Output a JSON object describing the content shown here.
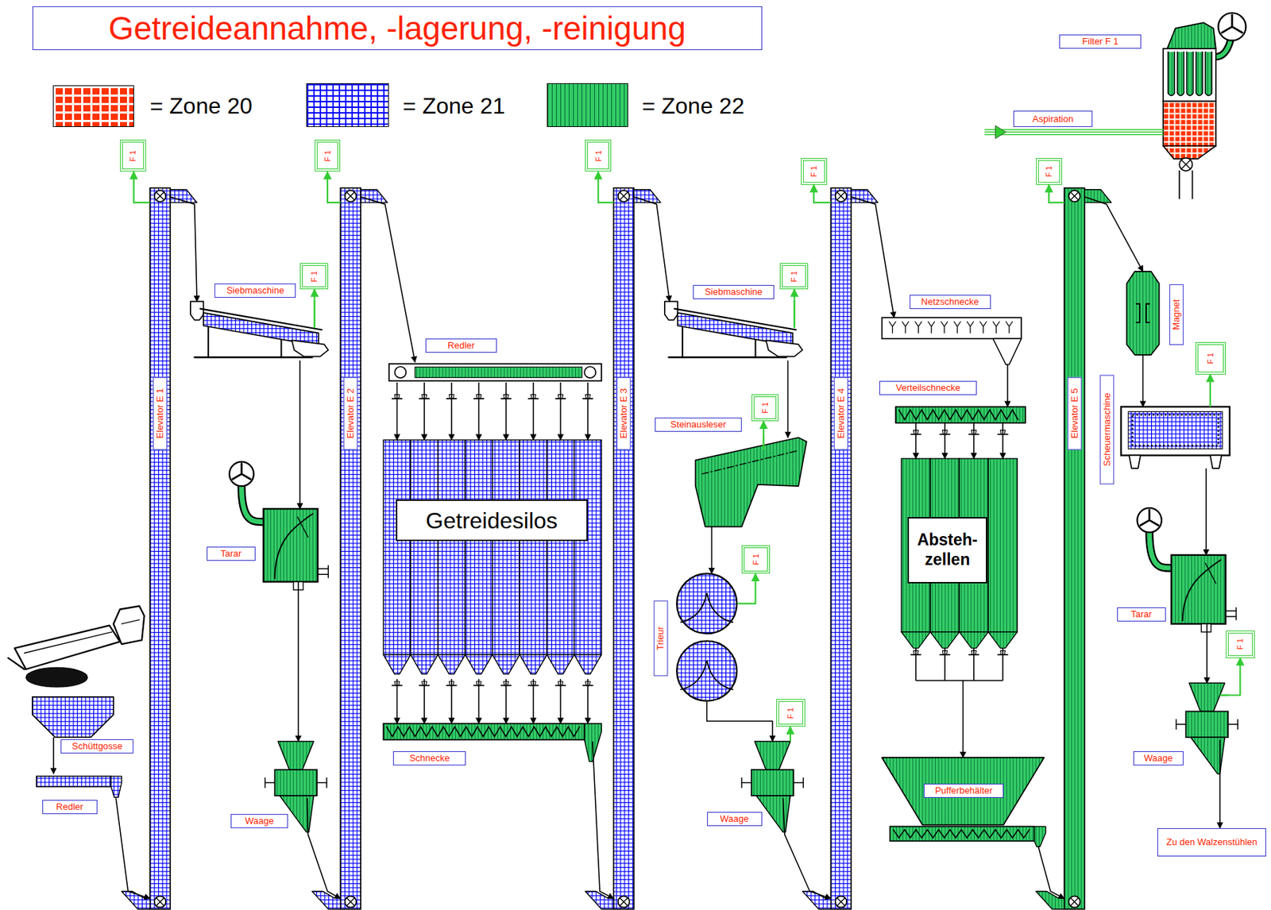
{
  "diagram": {
    "title": "Getreideannahme, -lagerung, -reinigung",
    "nodes": [
      {
        "text": [
          "F 1"
        ]
      },
      {
        "text": [
          "Elevator E 1"
        ]
      },
      {
        "text": [
          "Siebmaschine"
        ]
      },
      {
        "text": [
          "F 1"
        ]
      },
      {
        "text": [
          "Tarar"
        ]
      },
      {
        "text": [
          "Waage"
        ]
      },
      {
        "text": [
          "Schüttgosse"
        ]
      },
      {
        "text": [
          "Redler"
        ]
      },
      {
        "text": [
          "F 1"
        ]
      },
      {
        "text": [
          "Elevator E 2"
        ]
      },
      {
        "text": [
          "Redler"
        ]
      },
      {
        "text": [
          "Getreidesilos"
        ]
      },
      {
        "text": [
          "Schnecke"
        ]
      },
      {
        "text": [
          "F 1"
        ]
      },
      {
        "text": [
          "Elevator E 3"
        ]
      },
      {
        "text": [
          "Siebmaschine"
        ]
      },
      {
        "text": [
          "F 1"
        ]
      },
      {
        "text": [
          "Steinausleser"
        ]
      },
      {
        "text": [
          "F 1"
        ]
      },
      {
        "text": [
          "Trieur"
        ]
      },
      {
        "text": [
          "F 1"
        ]
      },
      {
        "text": [
          "Waage"
        ]
      },
      {
        "text": [
          "F 1"
        ]
      },
      {
        "text": [
          "F 1"
        ]
      },
      {
        "text": [
          "Elevator E 4"
        ]
      },
      {
        "text": [
          "Netzschnecke"
        ]
      },
      {
        "text": [
          "Verteilschnecke"
        ]
      },
      {
        "text": [
          "Absteh- zellen"
        ]
      },
      {
        "text": [
          "Pufferbehälter"
        ]
      },
      {
        "text": [
          "F 1"
        ]
      },
      {
        "text": [
          "Elevator E 5"
        ]
      },
      {
        "text": [
          "Filter F 1"
        ]
      },
      {
        "text": [
          "Aspiration"
        ]
      },
      {
        "text": [
          "Magnet"
        ]
      },
      {
        "text": [
          "F 1"
        ]
      },
      {
        "text": [
          "Scheuermaschine"
        ]
      },
      {
        "text": [
          "Tarar"
        ]
      },
      {
        "text": [
          "F 1"
        ]
      },
      {
        "text": [
          "Waage"
        ]
      },
      {
        "text": [
          "Zu den Walzenstühlen"
        ]
      }
    ],
    "edges": [
      {
        "from": 6,
        "to": 7,
        "arrow": "to"
      },
      {
        "from": 7,
        "to": 1,
        "arrow": "to"
      },
      {
        "from": 1,
        "to": 2,
        "arrow": "to"
      },
      {
        "from": 1,
        "to": 0,
        "arrow": "to"
      },
      {
        "from": 2,
        "to": 3,
        "arrow": "to"
      },
      {
        "from": 2,
        "to": 4,
        "arrow": "to"
      },
      {
        "from": 4,
        "to": 5,
        "arrow": "to"
      },
      {
        "from": 5,
        "to": 9,
        "arrow": "to"
      },
      {
        "from": 9,
        "to": 8,
        "arrow": "to"
      },
      {
        "from": 9,
        "to": 10,
        "arrow": "to"
      },
      {
        "from": 10,
        "to": 11,
        "arrow": "to"
      },
      {
        "from": 11,
        "to": 12,
        "arrow": "to"
      },
      {
        "from": 12,
        "to": 14,
        "arrow": "to"
      },
      {
        "from": 14,
        "to": 13,
        "arrow": "to"
      },
      {
        "from": 14,
        "to": 15,
        "arrow": "to"
      },
      {
        "from": 15,
        "to": 16,
        "arrow": "to"
      },
      {
        "from": 15,
        "to": 17,
        "arrow": "to"
      },
      {
        "from": 17,
        "to": 18,
        "arrow": "to"
      },
      {
        "from": 17,
        "to": 19,
        "arrow": "to"
      },
      {
        "from": 19,
        "to": 20,
        "arrow": "to"
      },
      {
        "from": 19,
        "to": 21,
        "arrow": "to"
      },
      {
        "from": 21,
        "to": 22,
        "arrow": "to"
      },
      {
        "from": 21,
        "to": 24,
        "arrow": "to"
      },
      {
        "from": 24,
        "to": 23,
        "arrow": "to"
      },
      {
        "from": 24,
        "to": 25,
        "arrow": "to"
      },
      {
        "from": 25,
        "to": 26,
        "arrow": "to"
      },
      {
        "from": 26,
        "to": 27,
        "arrow": "to"
      },
      {
        "from": 27,
        "to": 28,
        "arrow": "to"
      },
      {
        "from": 28,
        "to": 30,
        "arrow": "to"
      },
      {
        "from": 30,
        "to": 29,
        "arrow": "to"
      },
      {
        "from": 30,
        "to": 33,
        "arrow": "to"
      },
      {
        "from": 33,
        "to": 35,
        "arrow": "to"
      },
      {
        "from": 35,
        "to": 34,
        "arrow": "to"
      },
      {
        "from": 35,
        "to": 36,
        "arrow": "to"
      },
      {
        "from": 36,
        "to": 38,
        "arrow": "to"
      },
      {
        "from": 38,
        "to": 37,
        "arrow": "to"
      },
      {
        "from": 38,
        "to": 39,
        "arrow": "to"
      }
    ],
    "legend": [
      {
        "text": "= Zone 20",
        "color": "#ff3300"
      },
      {
        "text": "= Zone 21",
        "color": "#0000ff"
      },
      {
        "text": "= Zone 22",
        "color": "#33cc66"
      }
    ]
  }
}
